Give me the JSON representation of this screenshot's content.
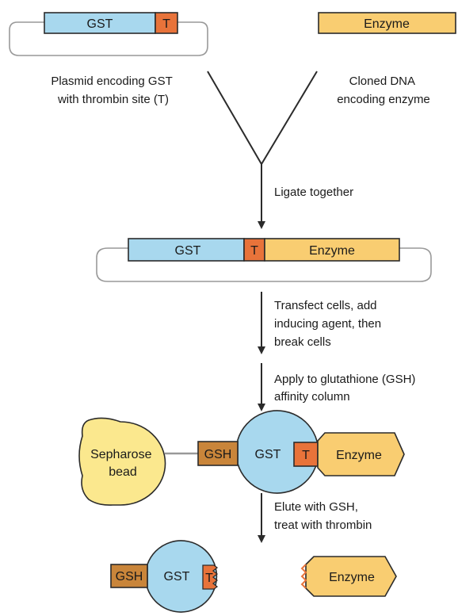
{
  "colors": {
    "gst": "#a8d8ee",
    "thrombin": "#e8733a",
    "enzyme": "#f9cd71",
    "bead": "#fbe88e",
    "gsh": "#c9853a",
    "outline": "#2b2b2b",
    "line": "#999999"
  },
  "top": {
    "plasmid_gst_label": "GST",
    "plasmid_t_label": "T",
    "enzyme_label": "Enzyme",
    "plasmid_caption": [
      "Plasmid encoding GST",
      "with thrombin site (T)"
    ],
    "dna_caption": [
      "Cloned DNA",
      "encoding enzyme"
    ]
  },
  "steps": {
    "ligate": [
      "Ligate together"
    ],
    "transfect": [
      "Transfect cells, add",
      "inducing agent, then",
      "break cells"
    ],
    "apply": [
      "Apply to glutathione (GSH)",
      "affinity column"
    ],
    "elute": [
      "Elute with GSH,",
      "treat with thrombin"
    ]
  },
  "construct": {
    "gst_label": "GST",
    "t_label": "T",
    "enzyme_label": "Enzyme"
  },
  "bound_complex": {
    "bead_label": [
      "Sepharose",
      "bead"
    ],
    "gsh_label": "GSH",
    "gst_label": "GST",
    "t_label": "T",
    "enzyme_label": "Enzyme"
  },
  "products": {
    "gsh_label": "GSH",
    "gst_label": "GST",
    "t_label": "T",
    "enzyme_label": "Enzyme"
  }
}
